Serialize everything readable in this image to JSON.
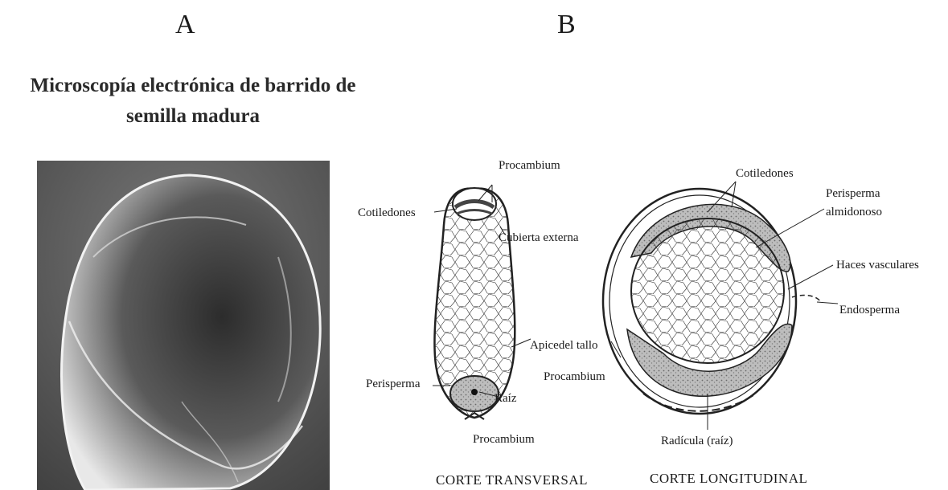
{
  "panels": {
    "a_letter": "A",
    "b_letter": "B"
  },
  "panel_a": {
    "title_line1": "Microscopía electrónica de barrido de",
    "title_line2": "semilla madura"
  },
  "panel_b": {
    "transversal": {
      "labels": {
        "procambium_top": "Procambium",
        "cotiledones": "Cotiledones",
        "cubierta_externa": "Cubierta externa",
        "apice_tallo": "Apicedel tallo",
        "perisperma": "Perisperma",
        "raiz": "Raíz",
        "procambium_bottom": "Procambium"
      },
      "caption": "CORTE TRANSVERSAL"
    },
    "longitudinal": {
      "labels": {
        "cotiledones": "Cotiledones",
        "perisperma_1": "Perisperma",
        "perisperma_2": "almidonoso",
        "haces_vasculares": "Haces vasculares",
        "endosperma": "Endosperma",
        "procambium": "Procambium",
        "radicula": "Radícula (raíz)"
      },
      "caption": "CORTE  LONGITUDINAL"
    }
  }
}
